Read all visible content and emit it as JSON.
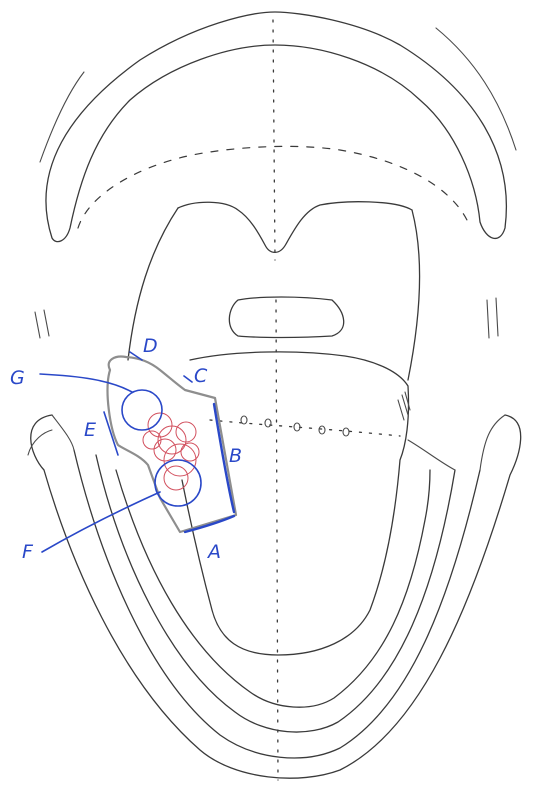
{
  "labels": {
    "A": "A",
    "B": "B",
    "C": "C",
    "D": "D",
    "E": "E",
    "F": "F",
    "G": "G"
  },
  "colors": {
    "pencil": "#3a3a3a",
    "blue_ink": "#2a48c8",
    "red_ink": "#d2505e",
    "grey_outline": "#8e8e8e"
  }
}
